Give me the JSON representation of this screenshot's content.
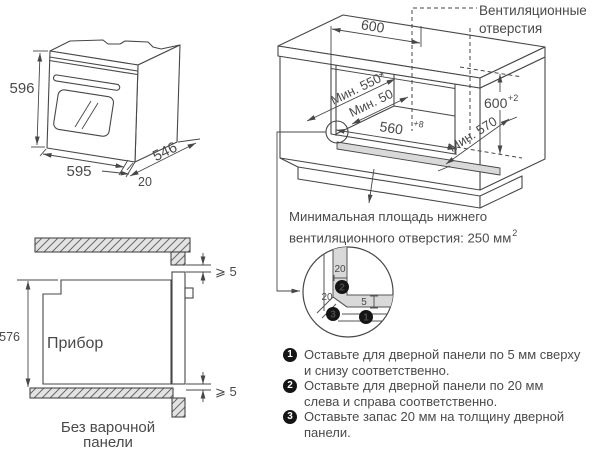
{
  "oven": {
    "height": "596",
    "width": "595",
    "depth": "546",
    "door_depth": "20"
  },
  "cabinet": {
    "vent_label_1": "Вентиляционные",
    "vent_label_2": "отверстия",
    "top_width": "600",
    "min_depth": "Мин. 550*",
    "min_gap_back": "Мин. 50",
    "niche_width": "560",
    "niche_width_tol": "+8",
    "niche_height": "600",
    "niche_height_tol": "+2",
    "min_depth_side": "Мин. 570"
  },
  "section": {
    "height": "576",
    "appliance_label": "Прибор",
    "gap_top": "⩾ 5",
    "gap_bottom": "⩾ 5",
    "caption_1": "Без варочной",
    "caption_2": "панели"
  },
  "vent_note": {
    "line1": "Минимальная площадь нижнего",
    "line2": "вентиляционного отверстия: 250 мм",
    "sup": "2"
  },
  "detail": {
    "wall_thickness": "20",
    "side_gap": "20",
    "door_gap": "5",
    "badge_1": "1",
    "badge_2": "2",
    "badge_3": "3"
  },
  "notes": [
    {
      "num": "1",
      "line1": "Оставьте для дверной панели по 5 мм сверху",
      "line2": "и снизу соответственно."
    },
    {
      "num": "2",
      "line1": "Оставьте для дверной панели по 20 мм",
      "line2": "слева и справа соответственно."
    },
    {
      "num": "3",
      "line1": "Оставьте запас 20 мм на толщину дверной",
      "line2": "панели."
    }
  ]
}
